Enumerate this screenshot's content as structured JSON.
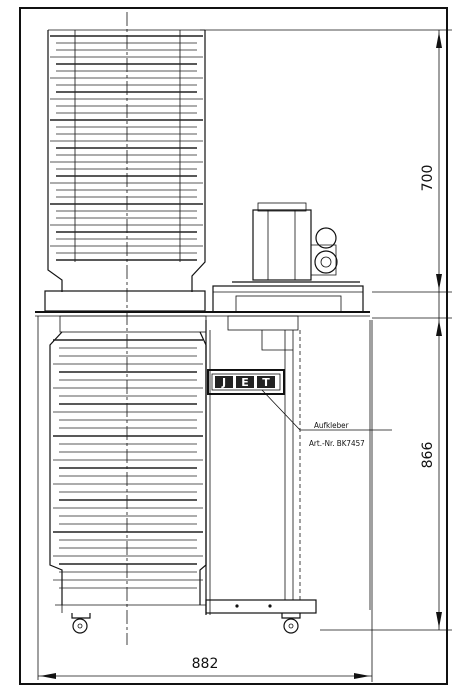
{
  "dimensions": {
    "height_upper": "700",
    "height_lower": "866",
    "width": "882"
  },
  "label": {
    "brand": "JET",
    "sticker_line1": "Aufkleber",
    "sticker_line2": "Art.-Nr. BK7457"
  }
}
